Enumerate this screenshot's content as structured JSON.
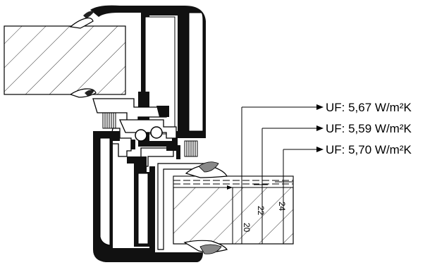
{
  "callouts": [
    {
      "label": "UF: 5,67 W/m²K",
      "dimension": "20"
    },
    {
      "label": "UF: 5,59 W/m²K",
      "dimension": "22"
    },
    {
      "label": "UF: 5,70 W/m²K",
      "dimension": "24"
    }
  ]
}
